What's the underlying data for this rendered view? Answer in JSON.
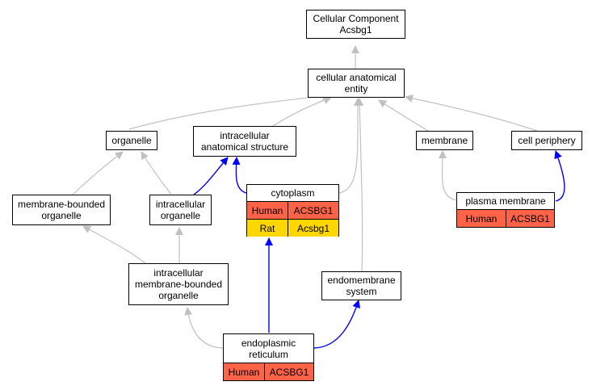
{
  "colors": {
    "gray_edge": "#c0c0c0",
    "blue_edge": "#0000ff",
    "human_row": "#ff6347",
    "rat_row": "#ffd700"
  },
  "nodes": {
    "root": {
      "line1": "Cellular Component",
      "line2": "Acsbg1"
    },
    "cellular_anatomical_entity": {
      "line1": "cellular anatomical",
      "line2": "entity"
    },
    "organelle": {
      "label": "organelle"
    },
    "intracellular_anatomical_structure": {
      "line1": "intracellular",
      "line2": "anatomical structure"
    },
    "membrane": {
      "label": "membrane"
    },
    "cell_periphery": {
      "label": "cell periphery"
    },
    "membrane_bounded_organelle": {
      "line1": "membrane-bounded",
      "line2": "organelle"
    },
    "intracellular_organelle": {
      "line1": "intracellular",
      "line2": "organelle"
    },
    "cytoplasm": {
      "label": "cytoplasm",
      "rows": [
        {
          "species": "Human",
          "gene": "ACSBG1"
        },
        {
          "species": "Rat",
          "gene": "Acsbg1"
        }
      ]
    },
    "plasma_membrane": {
      "label": "plasma membrane",
      "rows": [
        {
          "species": "Human",
          "gene": "ACSBG1"
        }
      ]
    },
    "intracellular_membrane_bounded_organelle": {
      "line1": "intracellular",
      "line2": "membrane-bounded",
      "line3": "organelle"
    },
    "endomembrane_system": {
      "line1": "endomembrane",
      "line2": "system"
    },
    "endoplasmic_reticulum": {
      "line1": "endoplasmic",
      "line2": "reticulum",
      "rows": [
        {
          "species": "Human",
          "gene": "ACSBG1"
        }
      ]
    }
  }
}
